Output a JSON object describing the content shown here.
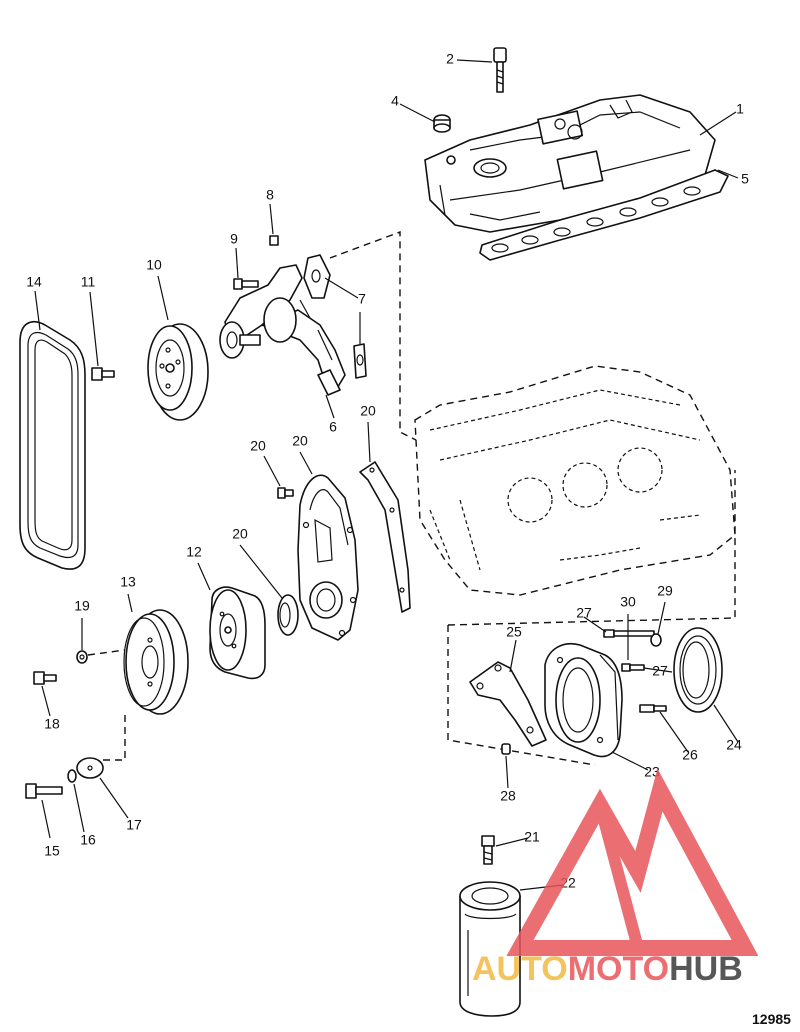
{
  "diagram_code": "12985",
  "callouts": [
    {
      "id": "1",
      "label": "1"
    },
    {
      "id": "2",
      "label": "2"
    },
    {
      "id": "4",
      "label": "4"
    },
    {
      "id": "5",
      "label": "5"
    },
    {
      "id": "6",
      "label": "6"
    },
    {
      "id": "7",
      "label": "7"
    },
    {
      "id": "8",
      "label": "8"
    },
    {
      "id": "9",
      "label": "9"
    },
    {
      "id": "10",
      "label": "10"
    },
    {
      "id": "11",
      "label": "11"
    },
    {
      "id": "12",
      "label": "12"
    },
    {
      "id": "13",
      "label": "13"
    },
    {
      "id": "14",
      "label": "14"
    },
    {
      "id": "15",
      "label": "15"
    },
    {
      "id": "16",
      "label": "16"
    },
    {
      "id": "17",
      "label": "17"
    },
    {
      "id": "18",
      "label": "18"
    },
    {
      "id": "19",
      "label": "19"
    },
    {
      "id": "20a",
      "label": "20"
    },
    {
      "id": "20b",
      "label": "20"
    },
    {
      "id": "20c",
      "label": "20"
    },
    {
      "id": "20d",
      "label": "20"
    },
    {
      "id": "21",
      "label": "21"
    },
    {
      "id": "22",
      "label": "22"
    },
    {
      "id": "23",
      "label": "23"
    },
    {
      "id": "24",
      "label": "24"
    },
    {
      "id": "25",
      "label": "25"
    },
    {
      "id": "26",
      "label": "26"
    },
    {
      "id": "27a",
      "label": "27"
    },
    {
      "id": "27b",
      "label": "27"
    },
    {
      "id": "28",
      "label": "28"
    },
    {
      "id": "29",
      "label": "29"
    },
    {
      "id": "30",
      "label": "30"
    }
  ],
  "watermark": {
    "parts": [
      {
        "text": "AUTO",
        "color": "#f4b942"
      },
      {
        "text": "MOTO",
        "color": "#e8565a"
      },
      {
        "text": "HUB",
        "color": "#3a3a3a"
      }
    ],
    "logo_color": "#e8565a"
  }
}
